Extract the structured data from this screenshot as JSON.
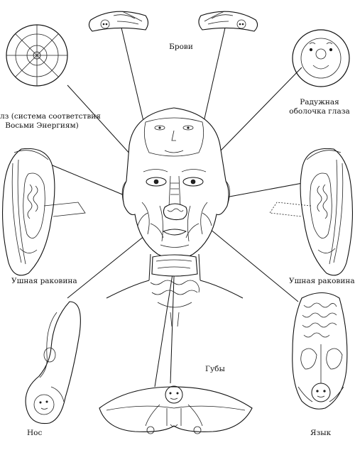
{
  "labels": {
    "brows": "Брови",
    "iris_line1": "Радужная",
    "iris_line2": "оболочка глаза",
    "eye_line1": "лз (система соответствия",
    "eye_line2": "Восьми Энергиям)",
    "ear_left": "Ушная раковина",
    "ear_right": "Ушная раковина",
    "lips": "Губы",
    "nose": "Нос",
    "tongue": "Язык"
  }
}
